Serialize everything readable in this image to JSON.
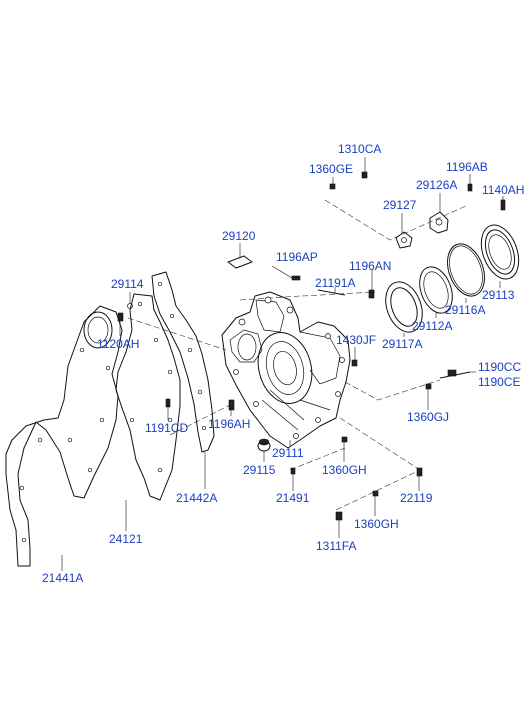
{
  "labels": {
    "p1310CA": "1310CA",
    "p1360GE": "1360GE",
    "p1196AB": "1196AB",
    "p29126A": "29126A",
    "p1140AH": "1140AH",
    "p29127": "29127",
    "p29120": "29120",
    "p1196AP": "1196AP",
    "p1196AN": "1196AN",
    "p21191A": "21191A",
    "p29114": "29114",
    "p29113": "29113",
    "p29116A": "29116A",
    "p29112A": "29112A",
    "p1120AH": "1120AH",
    "p1430JF": "1430JF",
    "p29117A": "29117A",
    "p1190CC": "1190CC",
    "p1190CE": "1190CE",
    "p1360GJ": "1360GJ",
    "p1191CD": "1191CD",
    "p1196AH": "1196AH",
    "p29111": "29111",
    "p29115": "29115",
    "p1360GH_a": "1360GH",
    "p21442A": "21442A",
    "p21491": "21491",
    "p22119": "22119",
    "p24121": "24121",
    "p1360GH_b": "1360GH",
    "p1311FA": "1311FA",
    "p21441A": "21441A"
  },
  "colors": {
    "label": "#1a3fc4",
    "line": "#111111",
    "background": "#ffffff"
  }
}
